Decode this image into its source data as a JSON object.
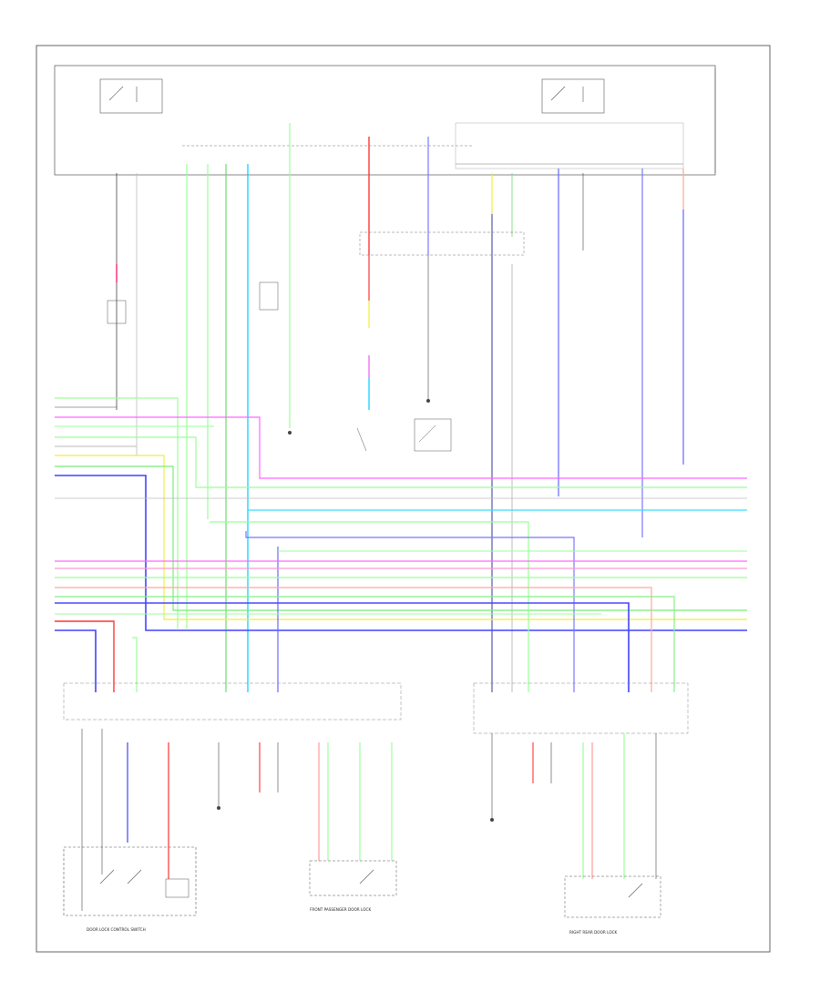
{
  "diagram": {
    "title": "",
    "footer_id": "",
    "components": {
      "fuse_block_left": "",
      "fuse_block_right": "",
      "main_relay_box": "",
      "door_lock_control_switch": "DOOR LOCK CONTROL SWITCH",
      "front_door_lock_assembly": "FRONT PASSENGER DOOR LOCK",
      "rear_door_lock_assembly": "RIGHT REAR DOOR LOCK"
    }
  }
}
